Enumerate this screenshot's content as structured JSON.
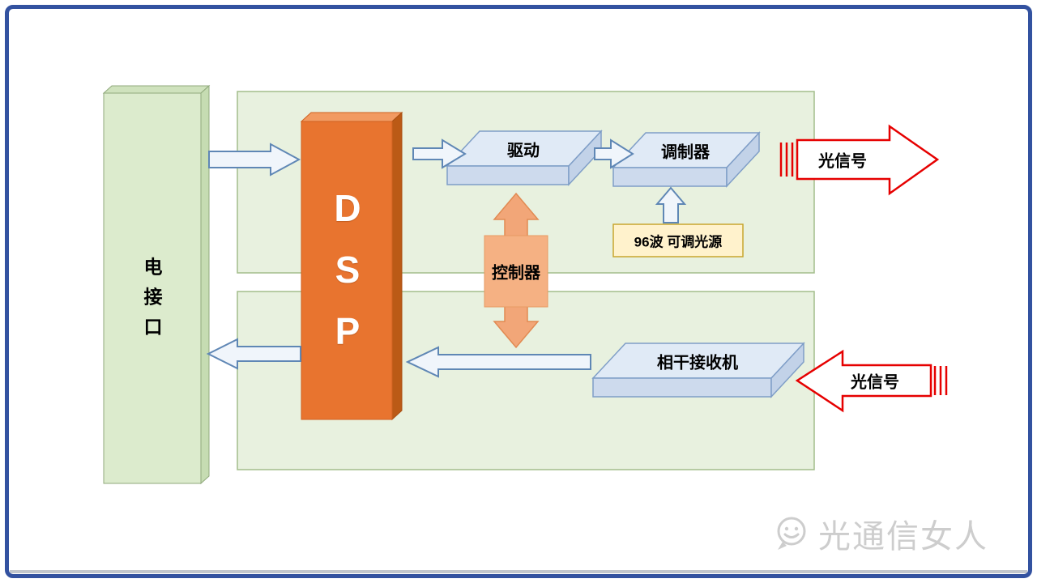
{
  "blocks": {
    "electrical_interface": {
      "label": "电接口",
      "chars": [
        "电",
        "接",
        "口"
      ]
    },
    "dsp": {
      "label": "DSP",
      "letters": [
        "D",
        "S",
        "P"
      ]
    },
    "driver": {
      "label": "驱动"
    },
    "modulator": {
      "label": "调制器"
    },
    "tunable_source": {
      "label": "96波 可调光源"
    },
    "controller": {
      "label": "控制器"
    },
    "coherent_receiver": {
      "label": "相干接收机"
    }
  },
  "signals": {
    "optical_out": {
      "label": "光信号"
    },
    "optical_in": {
      "label": "光信号"
    }
  },
  "watermark": {
    "label": "光通信女人"
  },
  "colors": {
    "frame_blue": "#3352a0",
    "panel_green": "#e8f1df",
    "dsp_orange": "#e8742f",
    "controller_orange": "#f4b183",
    "slab_blue_stroke": "#7f9ec7",
    "arrow_blue_stroke": "#5f87b5",
    "signal_red": "#e60000",
    "source_yellow": "#fff2cc",
    "watermark_gray": "#cdcdcd"
  }
}
